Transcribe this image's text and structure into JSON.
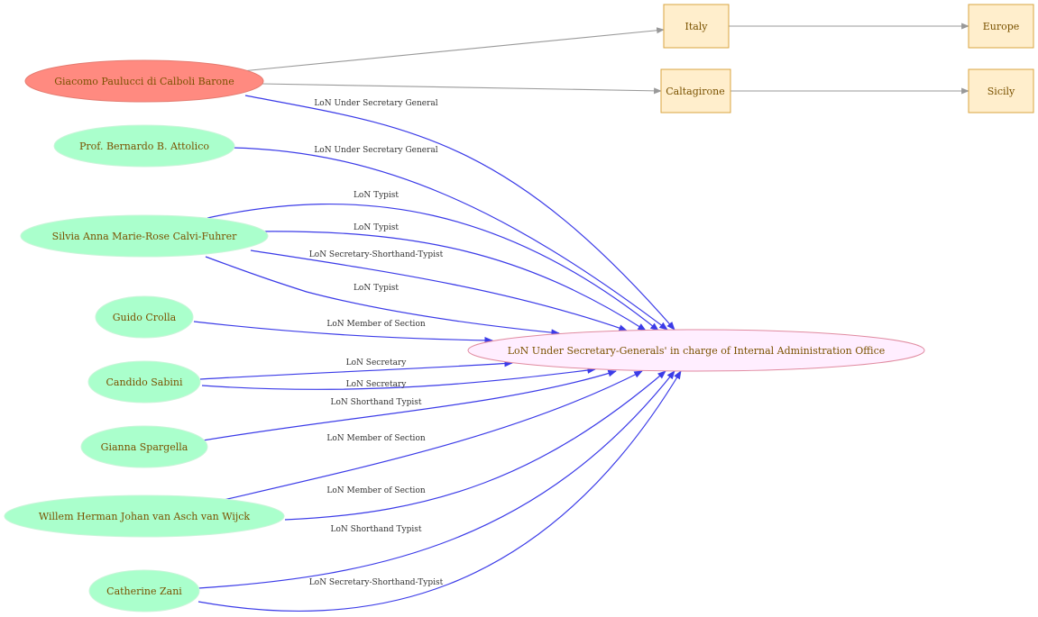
{
  "graph": {
    "nodes": {
      "giacomo": {
        "label": "Giacomo Paulucci di Calboli Barone",
        "fill": "#ff8a80"
      },
      "attolico": {
        "label": "Prof. Bernardo B. Attolico",
        "fill": "#aaffcc"
      },
      "calvi": {
        "label": "Silvia Anna Marie-Rose Calvi-Fuhrer",
        "fill": "#aaffcc"
      },
      "crolla": {
        "label": "Guido Crolla",
        "fill": "#aaffcc"
      },
      "sabini": {
        "label": "Candido Sabini",
        "fill": "#aaffcc"
      },
      "spargella": {
        "label": "Gianna Spargella",
        "fill": "#aaffcc"
      },
      "vanasch": {
        "label": "Willem Herman Johan van Asch van Wijck",
        "fill": "#aaffcc"
      },
      "zani": {
        "label": "Catherine Zani",
        "fill": "#aaffcc"
      },
      "office": {
        "label": "LoN Under Secretary-Generals' in charge of Internal Administration Office",
        "fill": "#ffeeff",
        "stroke": "#e08aa0"
      },
      "italy": {
        "label": "Italy",
        "fill": "#ffeecc",
        "stroke": "#d9a441"
      },
      "europe": {
        "label": "Europe",
        "fill": "#ffeecc",
        "stroke": "#d9a441"
      },
      "caltagirone": {
        "label": "Caltagirone",
        "fill": "#ffeecc",
        "stroke": "#d9a441"
      },
      "sicily": {
        "label": "Sicily",
        "fill": "#ffeecc",
        "stroke": "#d9a441"
      }
    },
    "edges": {
      "giacomo_office": "LoN Under Secretary General",
      "attolico_office": "LoN Under Secretary General",
      "calvi_office_1": "LoN Typist",
      "calvi_office_2": "LoN Typist",
      "calvi_office_3": "LoN Secretary-Shorthand-Typist",
      "calvi_office_4": "LoN Typist",
      "crolla_office": "LoN Member of Section",
      "sabini_office_1": "LoN Secretary",
      "sabini_office_2": "LoN Secretary",
      "spargella_office": "LoN Shorthand Typist",
      "vanasch_office_1": "LoN Member of Section",
      "vanasch_office_2": "LoN Member of Section",
      "zani_office_1": "LoN Shorthand Typist",
      "zani_office_2": "LoN Secretary-Shorthand-Typist"
    },
    "colors": {
      "role_edge": "#3b3be8",
      "place_edge": "#999999"
    }
  }
}
